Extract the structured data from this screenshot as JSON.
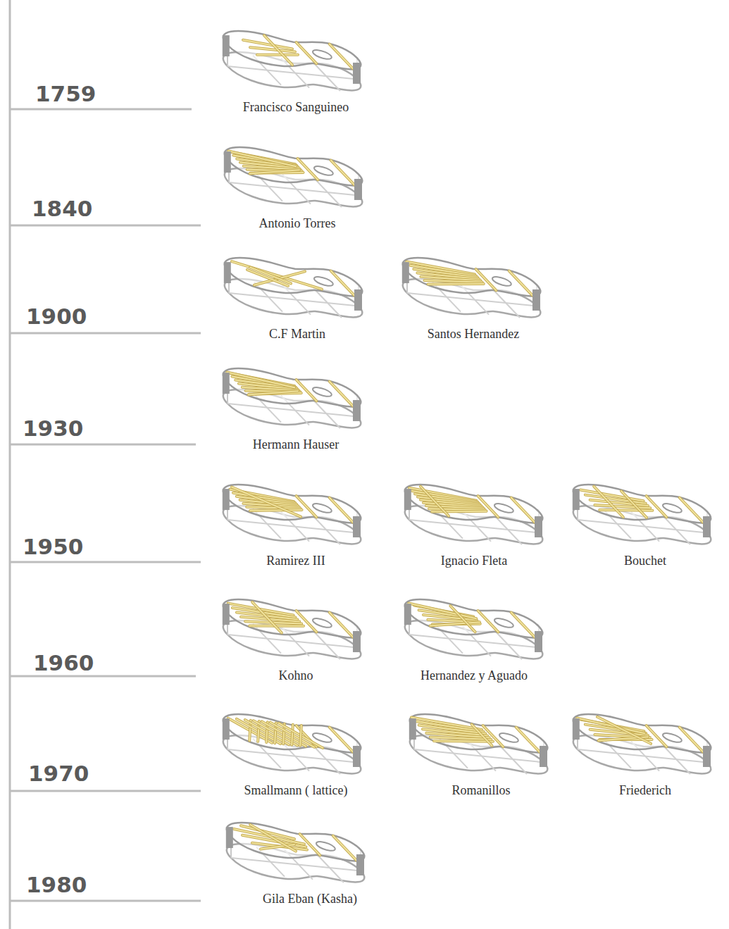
{
  "diagram": {
    "labels": [
      "1759",
      "Francisco Sanguineo",
      "1840",
      "Antonio Torres",
      "1900",
      "C.F Martin",
      "Santos Hernandez",
      "1930",
      "Hermann Hauser",
      "1950",
      "Ramirez III",
      "Ignacio Fleta",
      "Bouchet",
      "1960",
      "Kohno",
      "Hernandez y Aguado",
      "1970",
      "Smallmann ( lattice)",
      "Romanillos",
      "Friederich",
      "1980",
      "Gila Eban (Kasha)"
    ]
  }
}
